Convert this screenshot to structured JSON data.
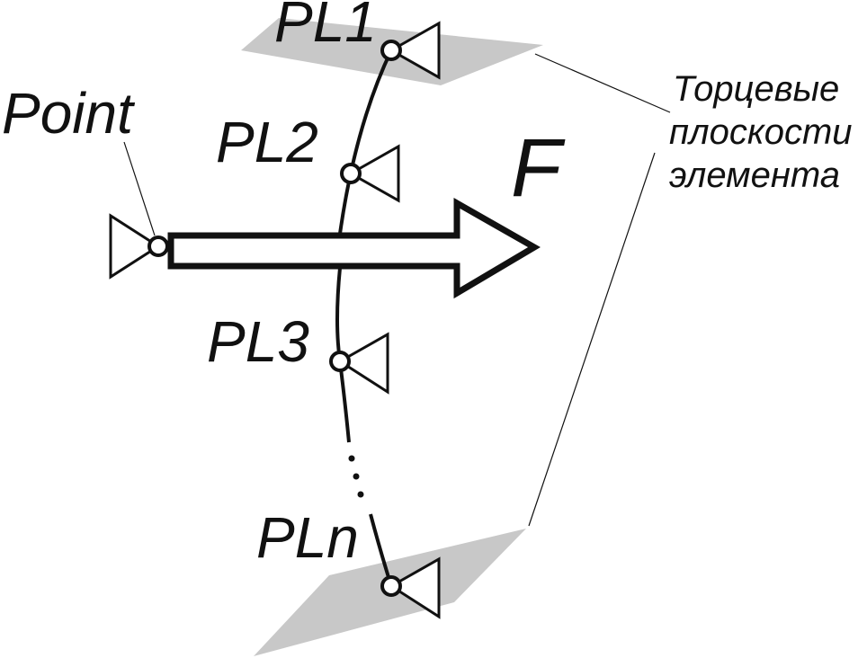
{
  "labels": {
    "point": "Point",
    "pl1": "PL1",
    "pl2": "PL2",
    "pl3": "PL3",
    "pln": "PLn",
    "force": "F"
  },
  "annotation": {
    "line1": "Торцевые",
    "line2": "плоскости",
    "line3": "элемента"
  },
  "colors": {
    "plane_fill": "#c8c8c8",
    "stroke": "#111111",
    "background": "#ffffff"
  }
}
